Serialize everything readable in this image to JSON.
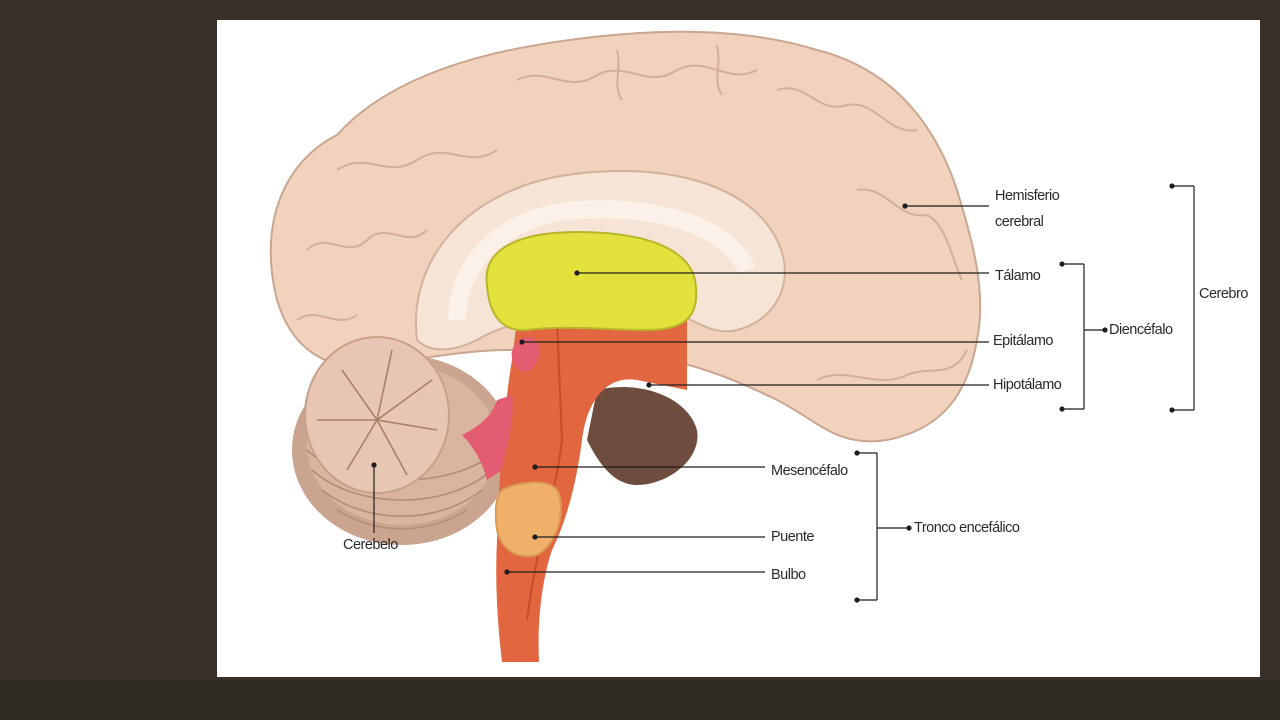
{
  "colors": {
    "background": "#393029",
    "cerebrum": "#f0d2bd",
    "thalamus": "#e3e23c",
    "brainstem": "#e2663f",
    "epithalamus": "#e45c72",
    "pons": "#f1b06a",
    "cerebellum": "#e7c7b4",
    "leader_line": "#1e1e1e"
  },
  "diagram": {
    "labels": {
      "hemisferio_line1": "Hemisferio",
      "hemisferio_line2": "cerebral",
      "talamo": "Tálamo",
      "epitalamo": "Epitálamo",
      "hipotalamo": "Hipotálamo",
      "diencefalo": "Diencéfalo",
      "cerebro": "Cerebro",
      "mesencefalo": "Mesencéfalo",
      "puente": "Puente",
      "bulbo": "Bulbo",
      "tronco": "Tronco encefálico",
      "cerebelo": "Cerebelo"
    }
  }
}
